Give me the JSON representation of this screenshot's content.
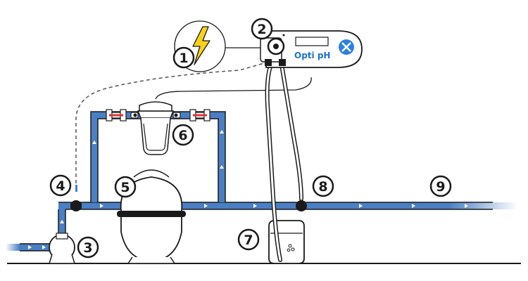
{
  "device": {
    "brand_label": "Opti pH",
    "brand_color": "#1e73c8",
    "status_color": "#2f7fe0"
  },
  "colors": {
    "pipe_fill": "#4a7fc4",
    "pipe_stroke": "#1a1a1a",
    "valve_red": "#d93535",
    "lightning_yellow": "#f7d21c",
    "ground": "#1a1a1a",
    "cable_dashed": "#555555"
  },
  "callouts": [
    {
      "number": "1",
      "icon": "lightning-icon"
    },
    {
      "number": "2",
      "icon": "dosing-pump-icon"
    },
    {
      "number": "3",
      "icon": "circulation-pump-icon"
    },
    {
      "number": "4",
      "icon": "flow-sensor-icon"
    },
    {
      "number": "5",
      "icon": "sand-filter-icon"
    },
    {
      "number": "6",
      "icon": "probe-holder-icon"
    },
    {
      "number": "7",
      "icon": "chemical-tank-icon"
    },
    {
      "number": "8",
      "icon": "injection-valve-icon"
    },
    {
      "number": "9",
      "icon": "pool-return-pipe-icon"
    }
  ]
}
